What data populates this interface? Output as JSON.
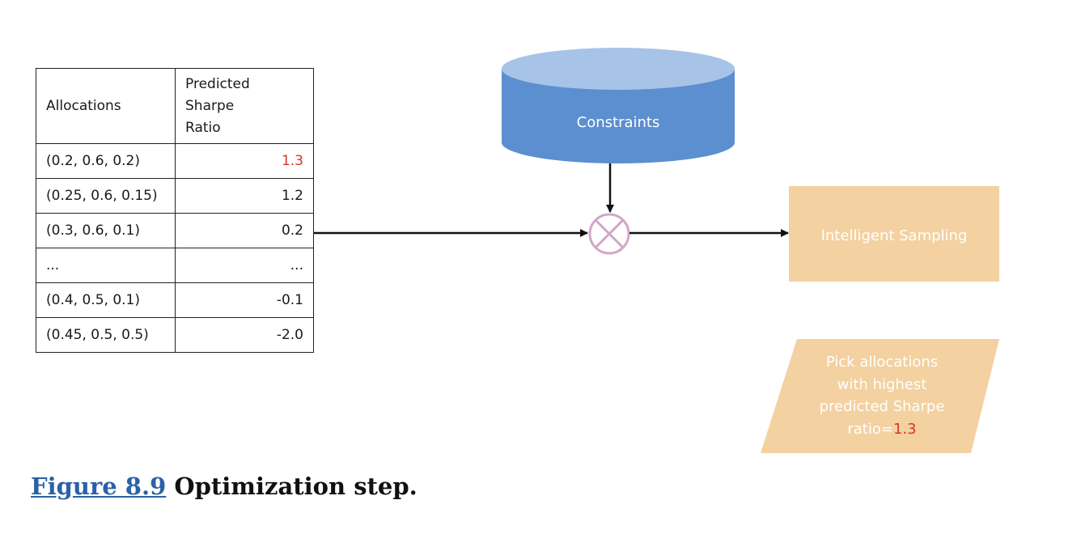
{
  "table": {
    "headers": [
      "Allocations",
      "Predicted Sharpe Ratio"
    ],
    "header_lines": [
      "Predicted",
      "Sharpe",
      "Ratio"
    ],
    "rows": [
      {
        "allocation": "(0.2, 0.6, 0.2)",
        "sharpe": "1.3",
        "highlight": true
      },
      {
        "allocation": "(0.25, 0.6, 0.15)",
        "sharpe": "1.2",
        "highlight": false
      },
      {
        "allocation": "(0.3, 0.6, 0.1)",
        "sharpe": "0.2",
        "highlight": false
      },
      {
        "allocation": "...",
        "sharpe": "...",
        "highlight": false
      },
      {
        "allocation": "(0.4, 0.5, 0.1)",
        "sharpe": "-0.1",
        "highlight": false
      },
      {
        "allocation": "(0.45, 0.5, 0.5)",
        "sharpe": "-2.0",
        "highlight": false
      }
    ]
  },
  "constraints": {
    "label": "Constraints",
    "top_color": "#a8c3e8",
    "body_color": "#5b8fcf"
  },
  "sampling": {
    "label": "Intelligent Sampling",
    "color": "#f3d1a0"
  },
  "pick": {
    "lines": [
      "Pick allocations",
      "with highest",
      "predicted Sharpe"
    ],
    "last_prefix": "ratio=",
    "last_value": "1.3",
    "color": "#f3d1a0",
    "value_color": "#d9342b"
  },
  "combiner": {
    "icon": "circle-x-icon",
    "color": "#d3a6c6"
  },
  "caption": {
    "figure_link": "Figure 8.9",
    "text": " Optimization step."
  }
}
